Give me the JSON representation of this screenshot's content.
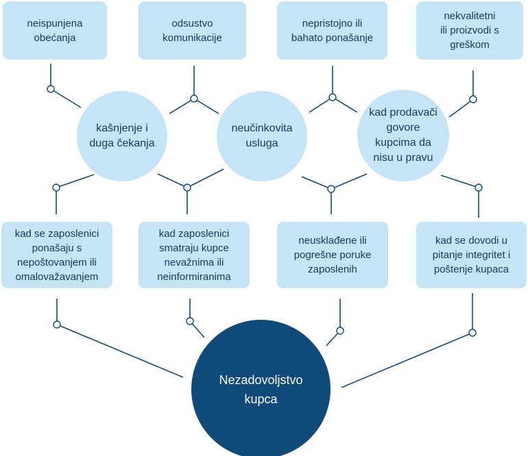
{
  "top_boxes": [
    {
      "label": "neispunjena\nobećanja"
    },
    {
      "label": "odsustvo\nkomunikacije"
    },
    {
      "label": "nepristojno ili\nbahato ponašanje"
    },
    {
      "label": "nekvalitetni\nili  proizvodi s\ngreškom"
    }
  ],
  "middle_circles": [
    {
      "label": "kašnjenje i\nduga čekanja"
    },
    {
      "label": "neučinkovita\nusluga"
    },
    {
      "label": "kad prodavači\ngovore\nkupcima da\nnisu  u pravu"
    }
  ],
  "bottom_boxes": [
    {
      "label": "kad se zaposlenici\nponašaju s\nnepoštovanjem ili\nomalovažavanjem"
    },
    {
      "label": "kad zaposlenici\nsmatraju kupce\nnevažnima ili\nneinformiranima"
    },
    {
      "label": "neusklađene ili\npogrešne poruke\nzaposlenih"
    },
    {
      "label": "kad se dovodi u\npitanje integritet i\npoštenje kupaca"
    }
  ],
  "center": {
    "label": "Nezadovoljstvo\nkupca"
  },
  "colors": {
    "light_fill": "#c5e4f6",
    "dark_fill": "#0f4a78",
    "connector": "#0e4a78",
    "text_dark": "#17385a",
    "text_light": "#ffffff"
  }
}
